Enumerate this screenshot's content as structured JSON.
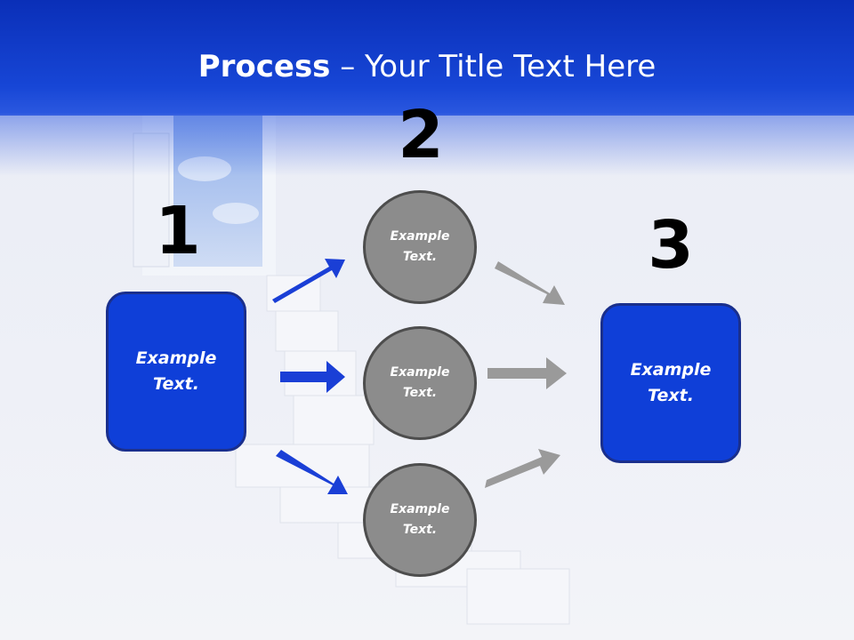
{
  "title": {
    "bold": "Process",
    "rest": " – Your Title Text Here"
  },
  "steps": [
    {
      "number": "1",
      "label": "Example\nText."
    },
    {
      "number": "2",
      "circles": [
        "Example\nText.",
        "Example\nText.",
        "Example\nText."
      ]
    },
    {
      "number": "3",
      "label": "Example\nText."
    }
  ],
  "colors": {
    "header": "#1746d6",
    "box": "#0f3fd8",
    "circle": "#8c8c8c",
    "arrow_blue": "#1a3fd6",
    "arrow_gray": "#9a9a9a"
  }
}
